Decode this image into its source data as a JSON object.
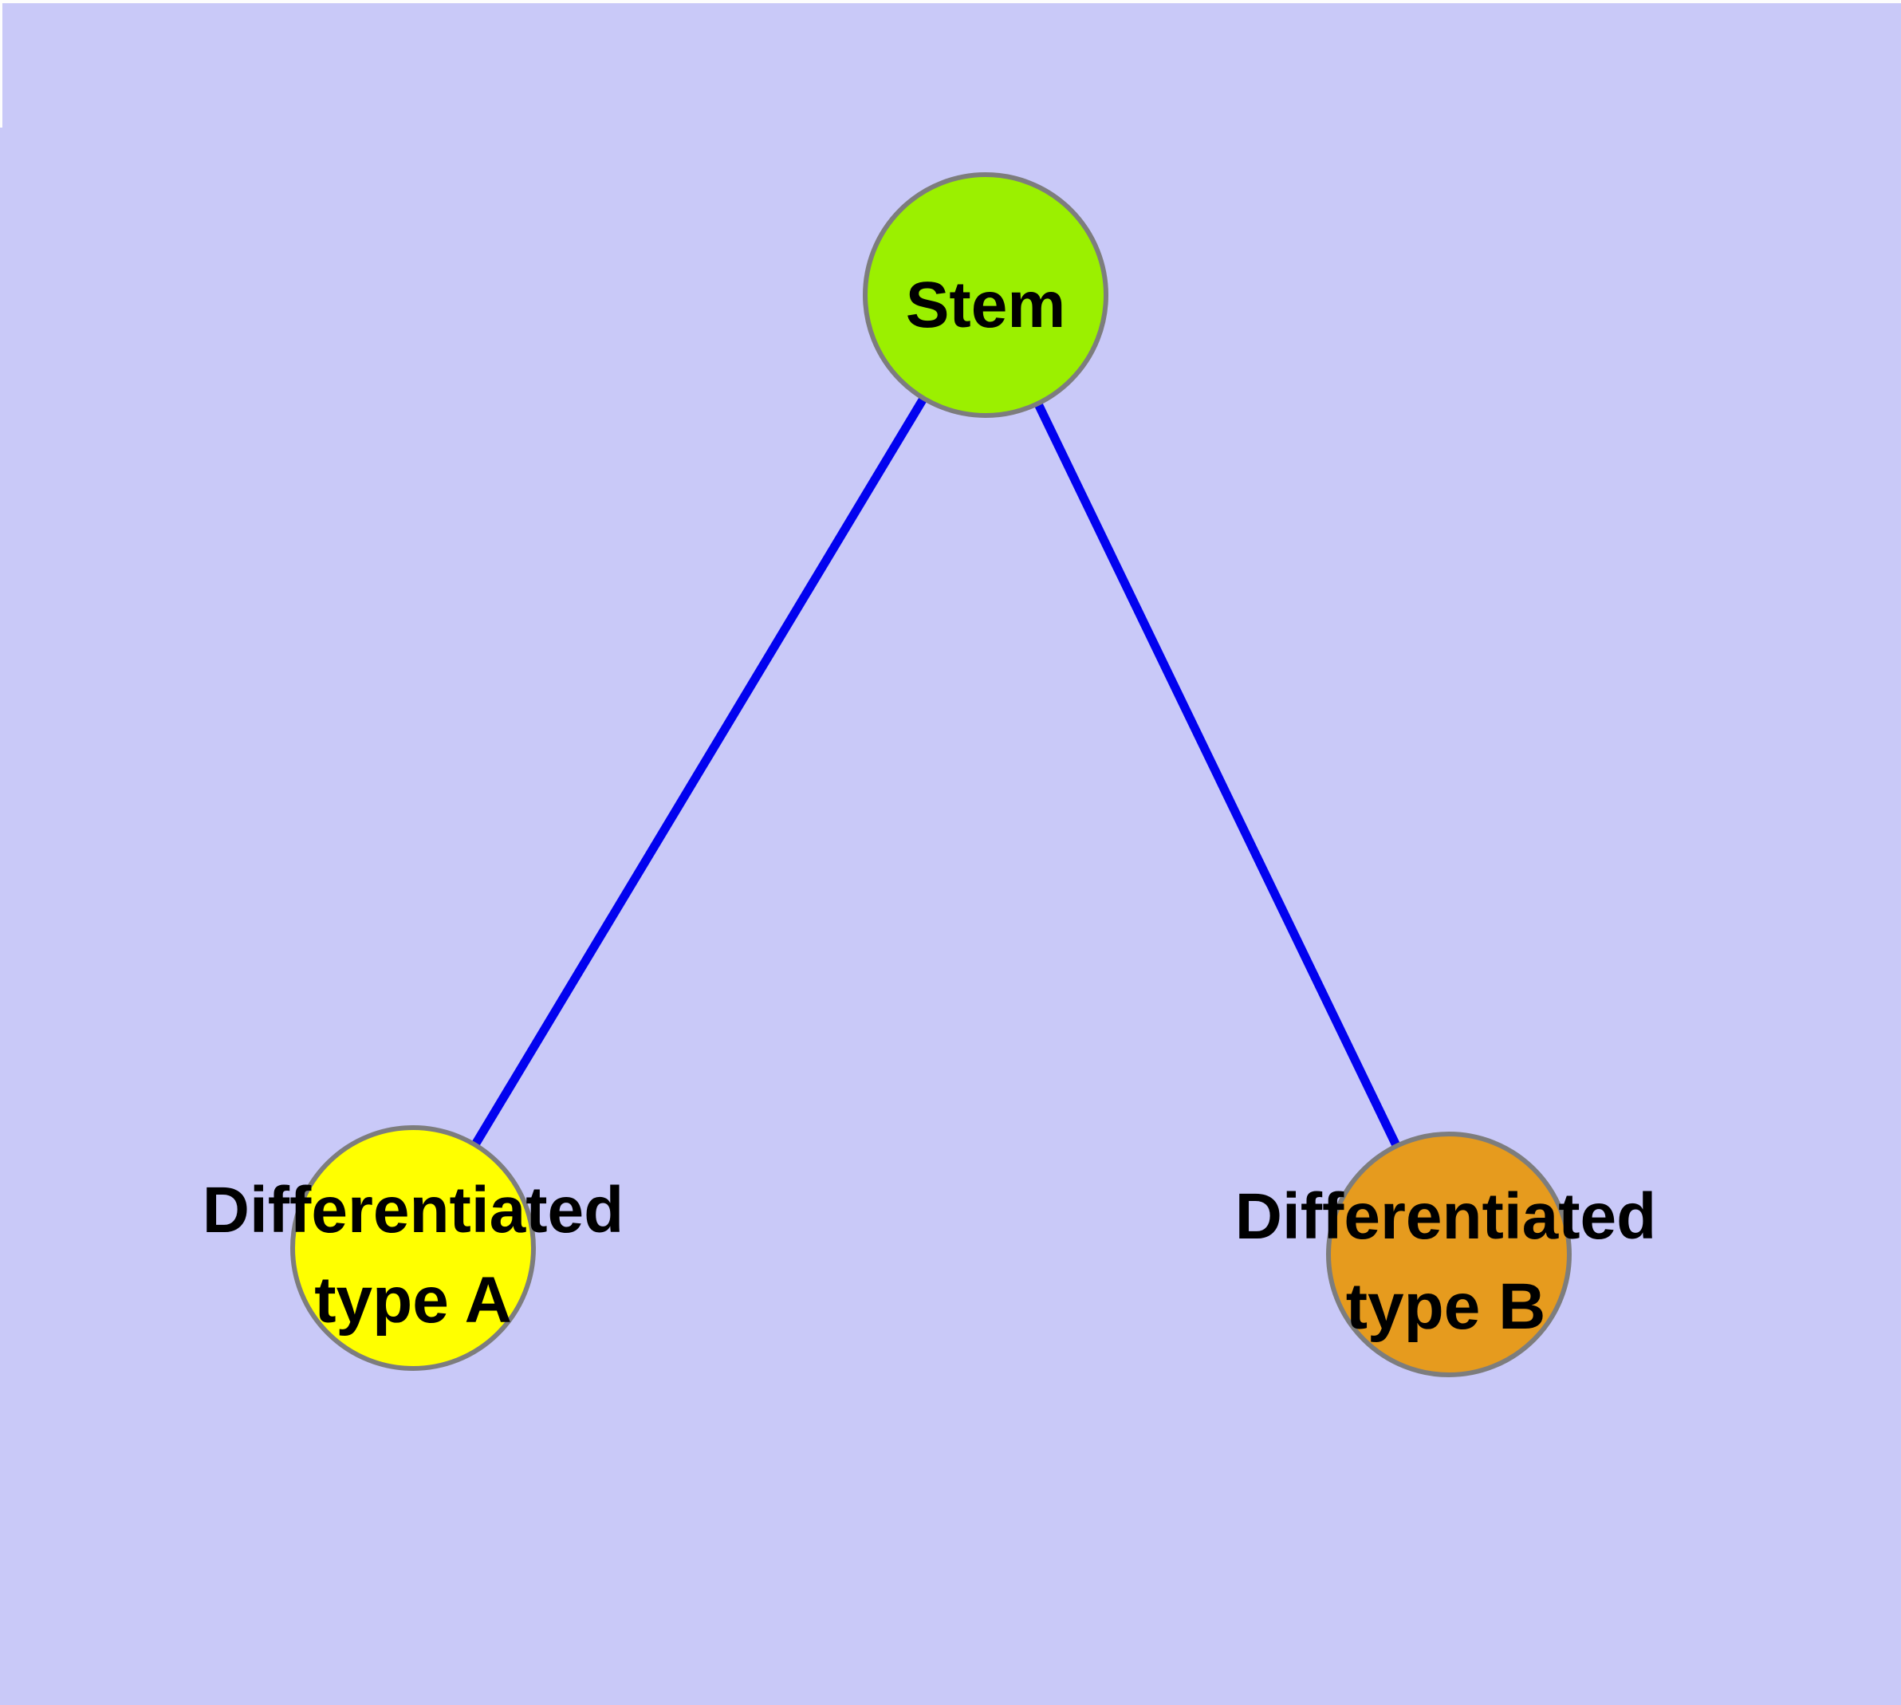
{
  "diagram": {
    "kind": "node-link graph",
    "node_count": 3,
    "edge_count": 2
  },
  "colors": {
    "background": "#c9c9f8",
    "window_edge": "#fdfdfd",
    "edge": "#0202ef",
    "node_border": "#7d7d7d",
    "label_text": "#000000",
    "stem_fill": "#9bf000",
    "type_a_fill": "#ffff00",
    "type_b_fill": "#e69b1e"
  },
  "nodes": {
    "stem": {
      "label": "Stem",
      "fill": "#9bf000"
    },
    "type_a": {
      "label_line1": "Differentiated",
      "label_line2": "type A",
      "fill": "#ffff00"
    },
    "type_b": {
      "label_line1": "Differentiated",
      "label_line2": "type B",
      "fill": "#e69b1e"
    }
  },
  "edges": [
    {
      "from": "Stem",
      "to": "Differentiated type A",
      "color": "#0202ef"
    },
    {
      "from": "Stem",
      "to": "Differentiated type B",
      "color": "#0202ef"
    }
  ]
}
